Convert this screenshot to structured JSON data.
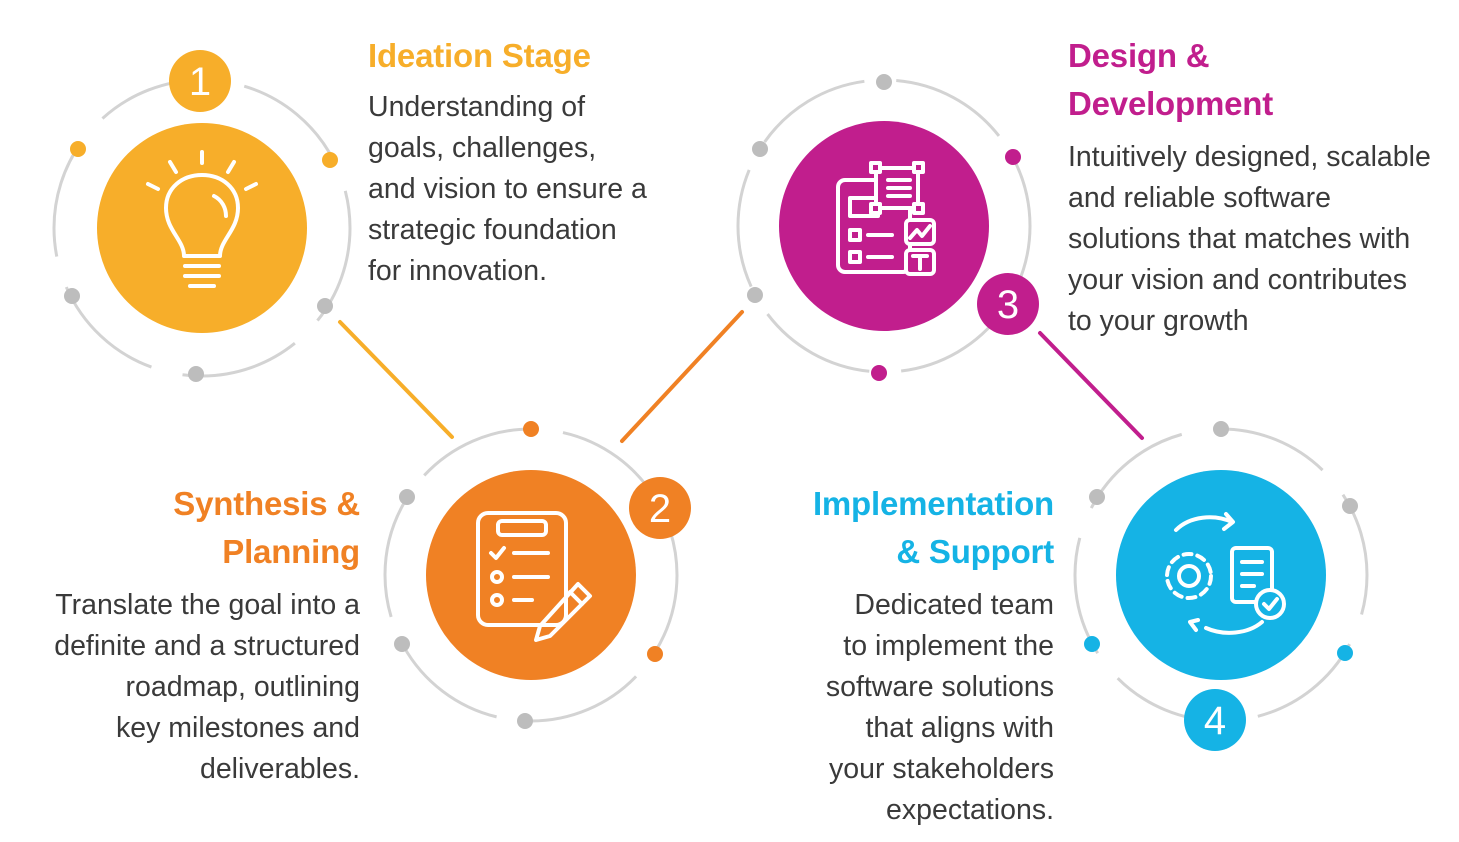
{
  "colors": {
    "stage1": "#F7AE2A",
    "stage2": "#F08124",
    "stage3": "#C11E8D",
    "stage4": "#15B3E5",
    "ring": "#D3D3D3",
    "dot_grey": "#BDBDBD",
    "text": "#3a3a3a"
  },
  "stages": [
    {
      "number": "1",
      "title": "Ideation Stage",
      "description": "Understanding of\ngoals, challenges,\nand vision to ensure a\nstrategic foundation\nfor innovation.",
      "icon": "lightbulb-icon"
    },
    {
      "number": "2",
      "title": "Synthesis &\nPlanning",
      "description": "Translate the goal into a\ndefinite and a structured\nroadmap, outlining\nkey milestones and\ndeliverables.",
      "icon": "checklist-pencil-icon"
    },
    {
      "number": "3",
      "title": "Design &\nDevelopment",
      "description": "Intuitively designed, scalable\nand reliable software\nsolutions that matches with\nyour vision and contributes\nto your growth",
      "icon": "wireframe-design-icon"
    },
    {
      "number": "4",
      "title": "Implementation\n& Support",
      "description": "Dedicated team\nto implement the\nsoftware solutions\nthat aligns with\nyour stakeholders\nexpectations.",
      "icon": "gear-document-cycle-icon"
    }
  ]
}
